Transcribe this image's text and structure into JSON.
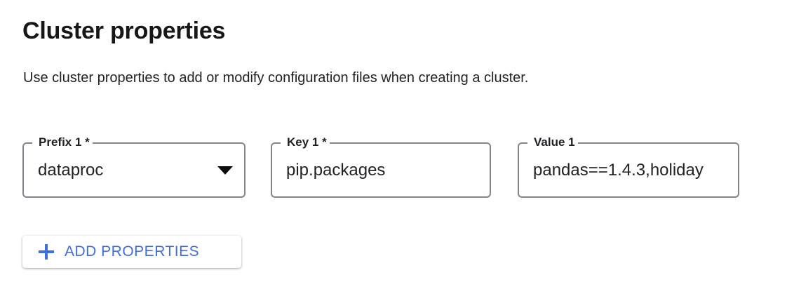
{
  "section": {
    "title": "Cluster properties",
    "description": "Use cluster properties to add or modify configuration files when creating a cluster."
  },
  "fields": [
    {
      "name": "prefix",
      "label": "Prefix 1 *",
      "value": "dataproc",
      "type": "select",
      "required": true,
      "icon": "chevron-down-icon"
    },
    {
      "name": "key",
      "label": "Key 1 *",
      "value": "pip.packages",
      "type": "text",
      "required": true
    },
    {
      "name": "value",
      "label": "Value 1",
      "value": "pandas==1.4.3,holiday",
      "type": "text",
      "required": false
    }
  ],
  "actions": {
    "add_properties_label": "ADD PROPERTIES",
    "add_properties_icon": "plus-icon"
  },
  "colors": {
    "accent_blue": "#3f6fd8",
    "text_primary": "#202124",
    "field_border": "#80868b",
    "background": "#ffffff"
  }
}
